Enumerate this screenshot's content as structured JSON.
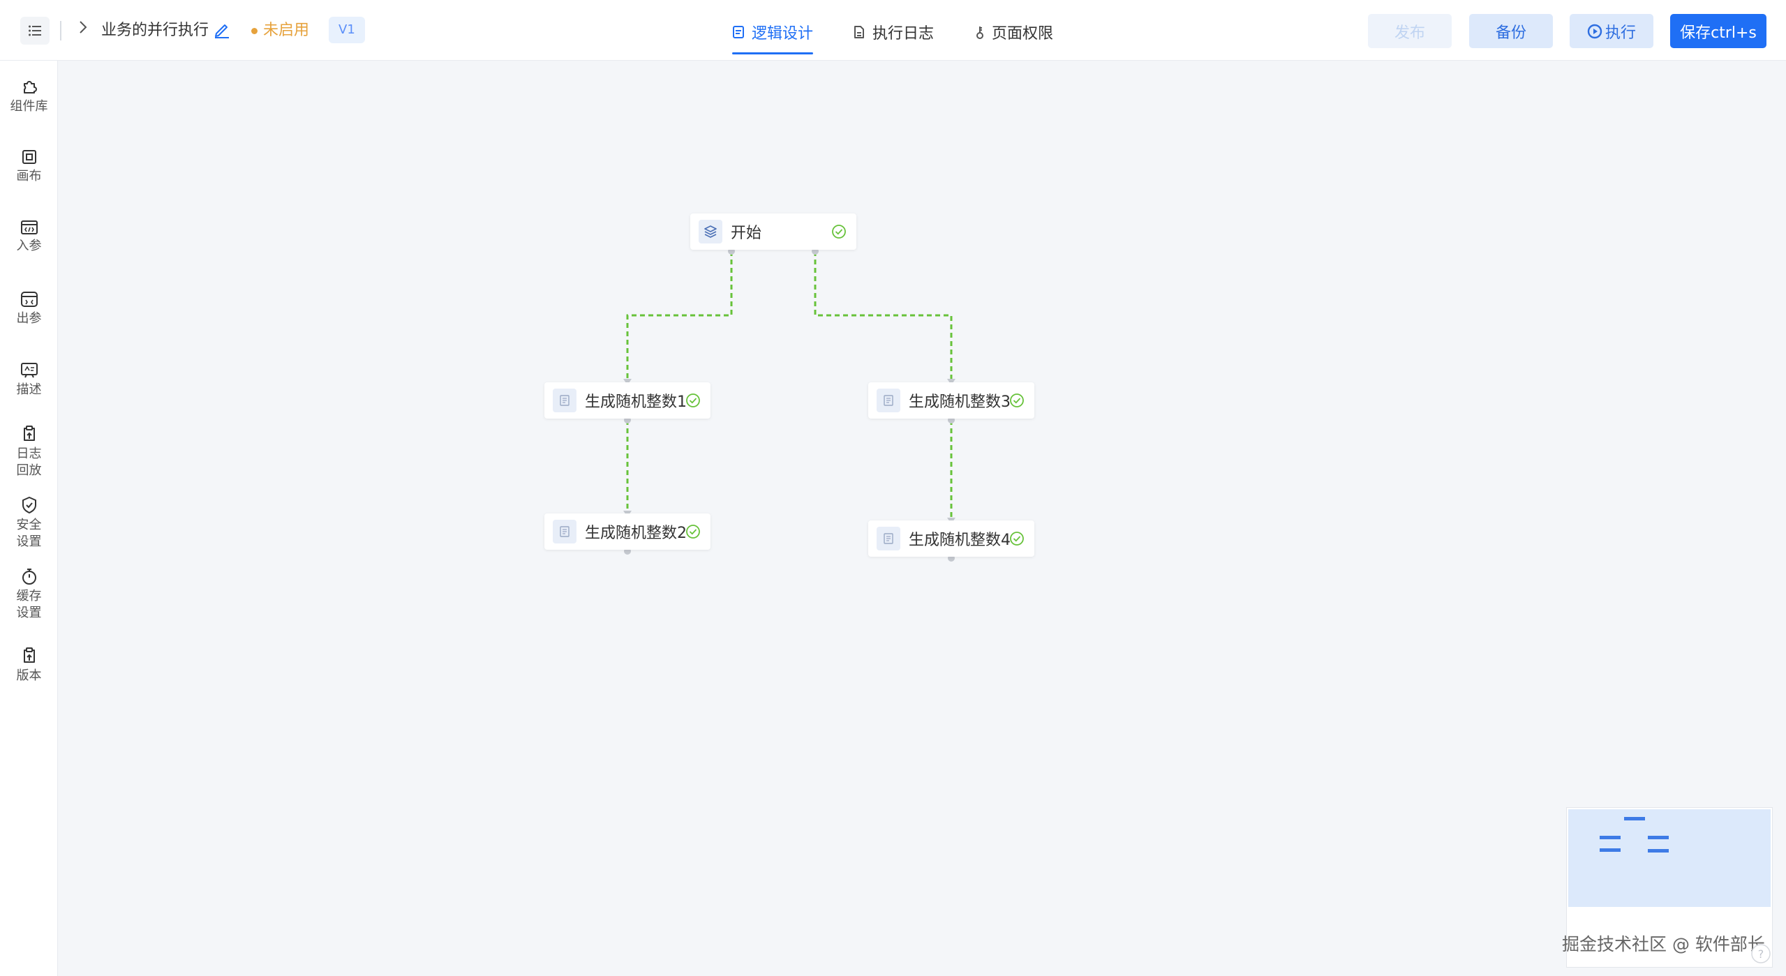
{
  "header": {
    "app_title": "业务的并行执行",
    "status": "未启用",
    "version": "V1",
    "tabs": [
      {
        "label": "逻辑设计",
        "active": true
      },
      {
        "label": "执行日志",
        "active": false
      },
      {
        "label": "页面权限",
        "active": false
      }
    ],
    "buttons": {
      "publish": "发布",
      "backup": "备份",
      "run": "执行",
      "save": "保存ctrl+s"
    }
  },
  "sidebar": {
    "items": [
      {
        "label": "组件库"
      },
      {
        "label": "画布"
      },
      {
        "label": "入参"
      },
      {
        "label": "出参"
      },
      {
        "label": "描述"
      },
      {
        "label": "日志\n回放"
      },
      {
        "label": "安全\n设置"
      },
      {
        "label": "缓存\n设置"
      },
      {
        "label": "版本"
      }
    ]
  },
  "canvas": {
    "nodes": [
      {
        "label": "开始",
        "status": "success"
      },
      {
        "label": "生成随机整数1",
        "status": "success"
      },
      {
        "label": "生成随机整数2",
        "status": "success"
      },
      {
        "label": "生成随机整数3",
        "status": "success"
      },
      {
        "label": "生成随机整数4",
        "status": "success"
      }
    ]
  },
  "watermark": "掘金技术社区 @ 软件部长",
  "colors": {
    "accent": "#1f6ff5",
    "status_warning": "#e6a23c",
    "edge": "#67c23a",
    "success": "#67c23a"
  }
}
